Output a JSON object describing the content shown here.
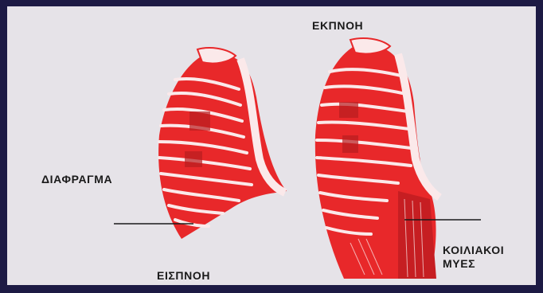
{
  "labels": {
    "exhale": "ΕΚΠΝΟΗ",
    "diaphragm": "ΔΙΑΦΡΑΓΜΑ",
    "inhale": "ΕΙΣΠΝΟΗ",
    "abdominal_line1": "ΚΟΙΛΙΑΚΟΙ",
    "abdominal_line2": "ΜΥΕΣ"
  },
  "colors": {
    "background_border": "#1d1a44",
    "panel": "#e6e3e8",
    "rib_red": "#e8282a",
    "rib_highlight": "#fbe9ea",
    "leader_line": "#1a1a1a"
  },
  "icons": {
    "left_illustration": "ribcage-inhale-icon",
    "right_illustration": "ribcage-exhale-icon"
  }
}
